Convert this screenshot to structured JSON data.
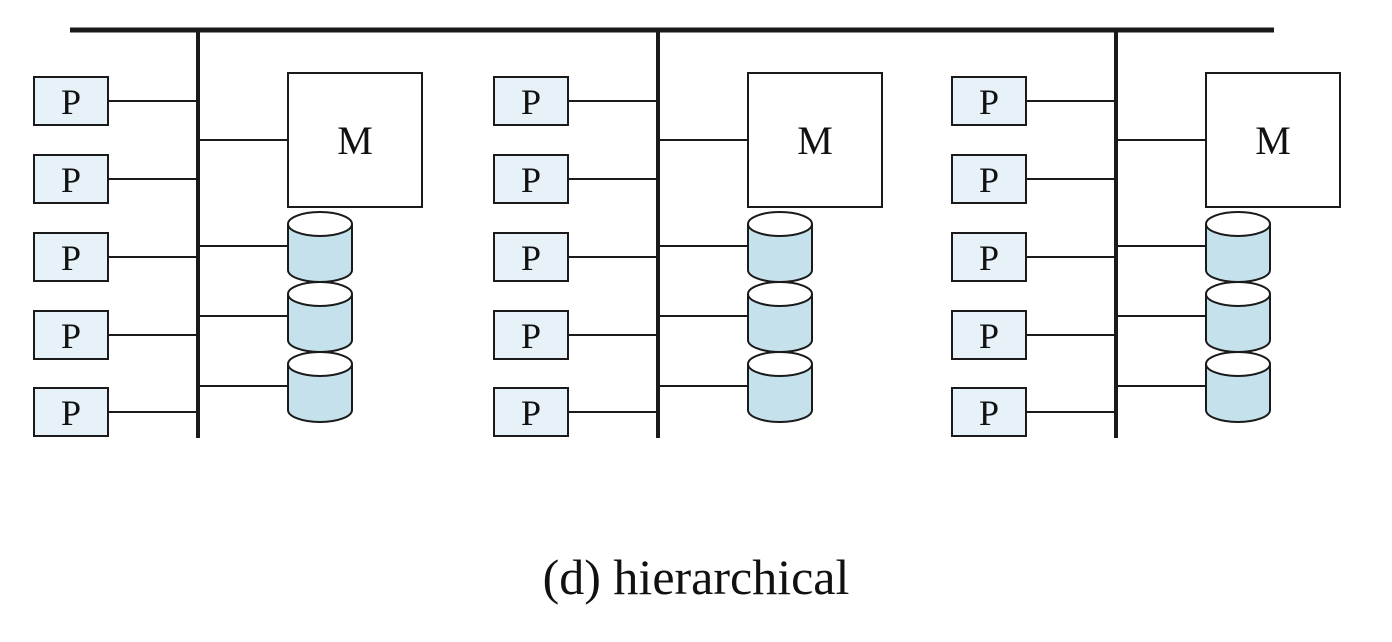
{
  "diagram": {
    "caption": "(d) hierarchical",
    "processor_label": "P",
    "memory_label": "M",
    "groups": [
      {
        "processors": 5,
        "disks": 3
      },
      {
        "processors": 5,
        "disks": 3
      },
      {
        "processors": 5,
        "disks": 3
      }
    ],
    "colors": {
      "line": "#1a1a1a",
      "box_fill": "#e6f2f8",
      "disk_fill": "#c5e1ec",
      "disk_top": "#ffffff",
      "text": "#111111"
    }
  }
}
